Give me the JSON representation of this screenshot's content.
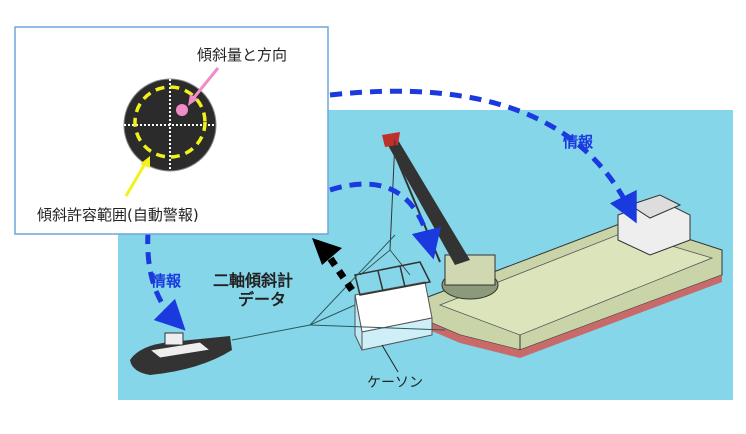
{
  "inset": {
    "tilt_label": "傾斜量と方向",
    "range_label": "傾斜許容範囲(自動警報)"
  },
  "labels": {
    "info_right": "情報",
    "info_left": "情報",
    "sensor_data_line1": "二軸傾斜計",
    "sensor_data_line2": "データ",
    "caisson": "ケーソン"
  },
  "colors": {
    "water": "#86d6ea",
    "info_arrow": "#1a3ae0",
    "inset_border": "#6fa6d8",
    "dial": "#2b2b2b",
    "tolerance": "#f2f21a",
    "tilt_marker": "#f08cc8"
  }
}
